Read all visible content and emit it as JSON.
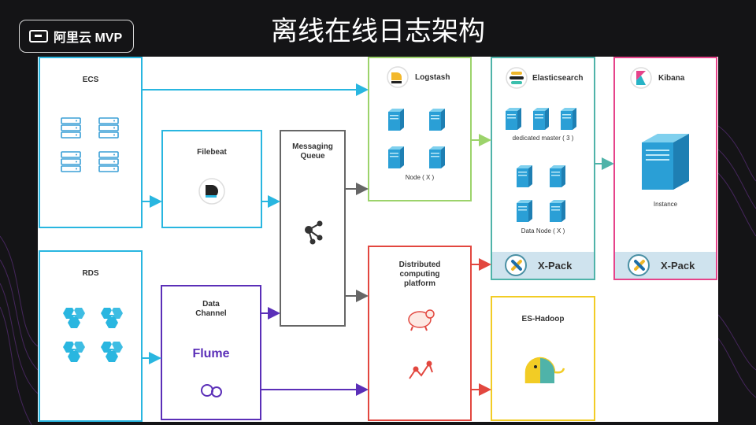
{
  "header": {
    "logo_text": "阿里云 MVP",
    "title": "离线在线日志架构"
  },
  "nodes": {
    "ecs": "ECS",
    "rds": "RDS",
    "filebeat": "Filebeat",
    "data_channel": "Data\nChannel",
    "flume": "Flume",
    "messaging_queue": "Messaging\nQueue",
    "logstash": "Logstash",
    "logstash_node": "Node ( X )",
    "distributed": "Distributed\ncomputing\nplatform",
    "elasticsearch": "Elasticsearch",
    "dedicated_master": "dedicated master ( 3 )",
    "data_node": "Data Node ( X )",
    "es_xpack": "X-Pack",
    "es_hadoop": "ES-Hadoop",
    "kibana": "Kibana",
    "instance": "Instance",
    "kibana_xpack": "X-Pack"
  },
  "colors": {
    "cyan": "#29b6e0",
    "purple": "#5b2fb8",
    "gray": "#666666",
    "green": "#9cd36b",
    "red": "#e2473f",
    "teal": "#4fb3a9",
    "yellow": "#f2cc25",
    "pink": "#e6438a",
    "server": "#2a9fd6"
  }
}
